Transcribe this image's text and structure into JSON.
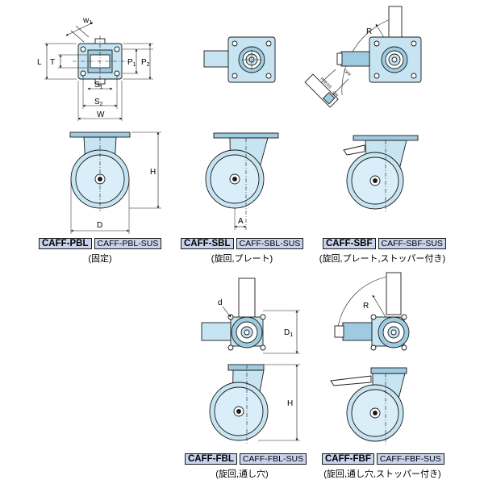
{
  "variants": [
    {
      "code": "CAFF-PBL",
      "sus_code": "CAFF-PBL-SUS",
      "caption": "(固定)"
    },
    {
      "code": "CAFF-SBL",
      "sus_code": "CAFF-SBL-SUS",
      "caption": "(旋回,プレート)"
    },
    {
      "code": "CAFF-SBF",
      "sus_code": "CAFF-SBF-SUS",
      "caption": "(旋回,プレート,ストッパー付き)"
    },
    {
      "code": "CAFF-FBL",
      "sus_code": "CAFF-FBL-SUS",
      "caption": "(旋回,通し穴)"
    },
    {
      "code": "CAFF-FBF",
      "sus_code": "CAFF-FBF-SUS",
      "caption": "(旋回,通し穴,ストッパー付き)"
    }
  ],
  "dimensions": {
    "w1": "w",
    "w1_sub": "1",
    "L": "L",
    "T": "T",
    "P1": "P",
    "P1_sub": "1",
    "P2": "P",
    "P2_sub": "2",
    "S1": "S",
    "S1_sub": "1",
    "S2": "S",
    "S2_sub": "2",
    "W": "W",
    "H": "H",
    "D": "D",
    "A": "A",
    "R": "R",
    "d": "d",
    "D1": "D",
    "D1_sub": "1"
  },
  "stamp": {
    "press": "PRESS",
    "on": "ON",
    "off": "OFF"
  },
  "colors": {
    "line": "#1a1a1a",
    "fill": "#c6e4f2",
    "fill_dark": "#9fcbe0",
    "label_bg": "#c9d3ec"
  }
}
